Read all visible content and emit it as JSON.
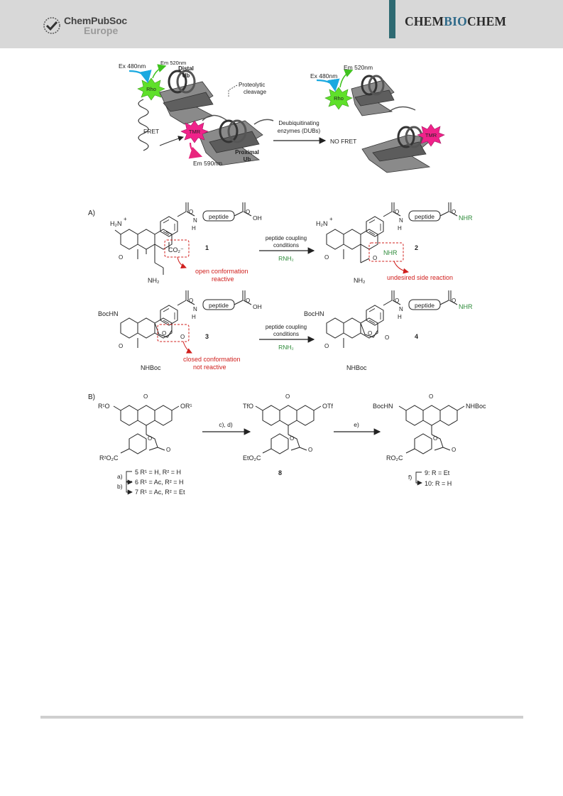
{
  "header": {
    "publisher_line1": "ChemPubSoc",
    "publisher_line2": "Europe",
    "journal_part1": "CHEM",
    "journal_part2": "BIO",
    "journal_part3": "CHEM"
  },
  "fret_scheme": {
    "left": {
      "ex": "Ex 480nm",
      "em_top": "Em 520nm",
      "distal1": "Distal",
      "distal2": "Ub",
      "rho": "Rho",
      "tmr": "TMR",
      "fret": "FRET",
      "cleave1": "Proteolytic",
      "cleave2": "cleavage",
      "proximal1": "Proximal",
      "proximal2": "Ub",
      "em_bottom": "Em 590nm"
    },
    "arrow_label1": "Deubiquitinating",
    "arrow_label2": "enzymes (DUBs)",
    "right": {
      "ex": "Ex 480nm",
      "em": "Em 520nm",
      "rho": "Rho",
      "tmr": "TMR",
      "no_fret": "NO FRET"
    }
  },
  "scheme_a": {
    "label": "A)",
    "peptide": "peptide",
    "oh": "OH",
    "nh": "N",
    "h": "H",
    "nhr": "NHR",
    "h2n_plus": "H₂N",
    "plus": "+",
    "nh2": "NH₂",
    "co2": "CO₂⁻",
    "o": "O",
    "bochn": "BocHN",
    "nhboc": "NHBoc",
    "cmpd1": "1",
    "cmpd2": "2",
    "cmpd3": "3",
    "cmpd4": "4",
    "cond1": "peptide coupling",
    "cond2": "conditions",
    "rnh2": "RNH₂",
    "open1": "open conformation",
    "open2": "reactive",
    "undesired": "undesired side reaction",
    "closed1": "closed conformation",
    "closed2": "not reactive"
  },
  "scheme_b": {
    "label": "B)",
    "r1o": "R¹O",
    "or1": "OR¹",
    "r2o2c": "R²O₂C",
    "tfo": "TfO",
    "otf": "OTf",
    "eto2c": "EtO₂C",
    "bochn": "BocHN",
    "nhboc": "NHBoc",
    "ro2c": "RO₂C",
    "o": "O",
    "step_cd": "c), d)",
    "step_e": "e)",
    "step_a": "a)",
    "step_b": "b)",
    "step_f": "f)",
    "c5": "5 R¹ = H, R² = H",
    "c6": "6 R¹ = Ac, R² = H",
    "c7": "7 R¹ = Ac, R² = Et",
    "c8": "8",
    "c9": "9: R = Et",
    "c10": "10: R = H"
  },
  "colors": {
    "green": "#2e8b3a",
    "red": "#d0201e",
    "cyan": "#1aa9e0",
    "magenta": "#e8267d",
    "burst_green": "#5fe02a",
    "burst_pink": "#f0228a"
  }
}
